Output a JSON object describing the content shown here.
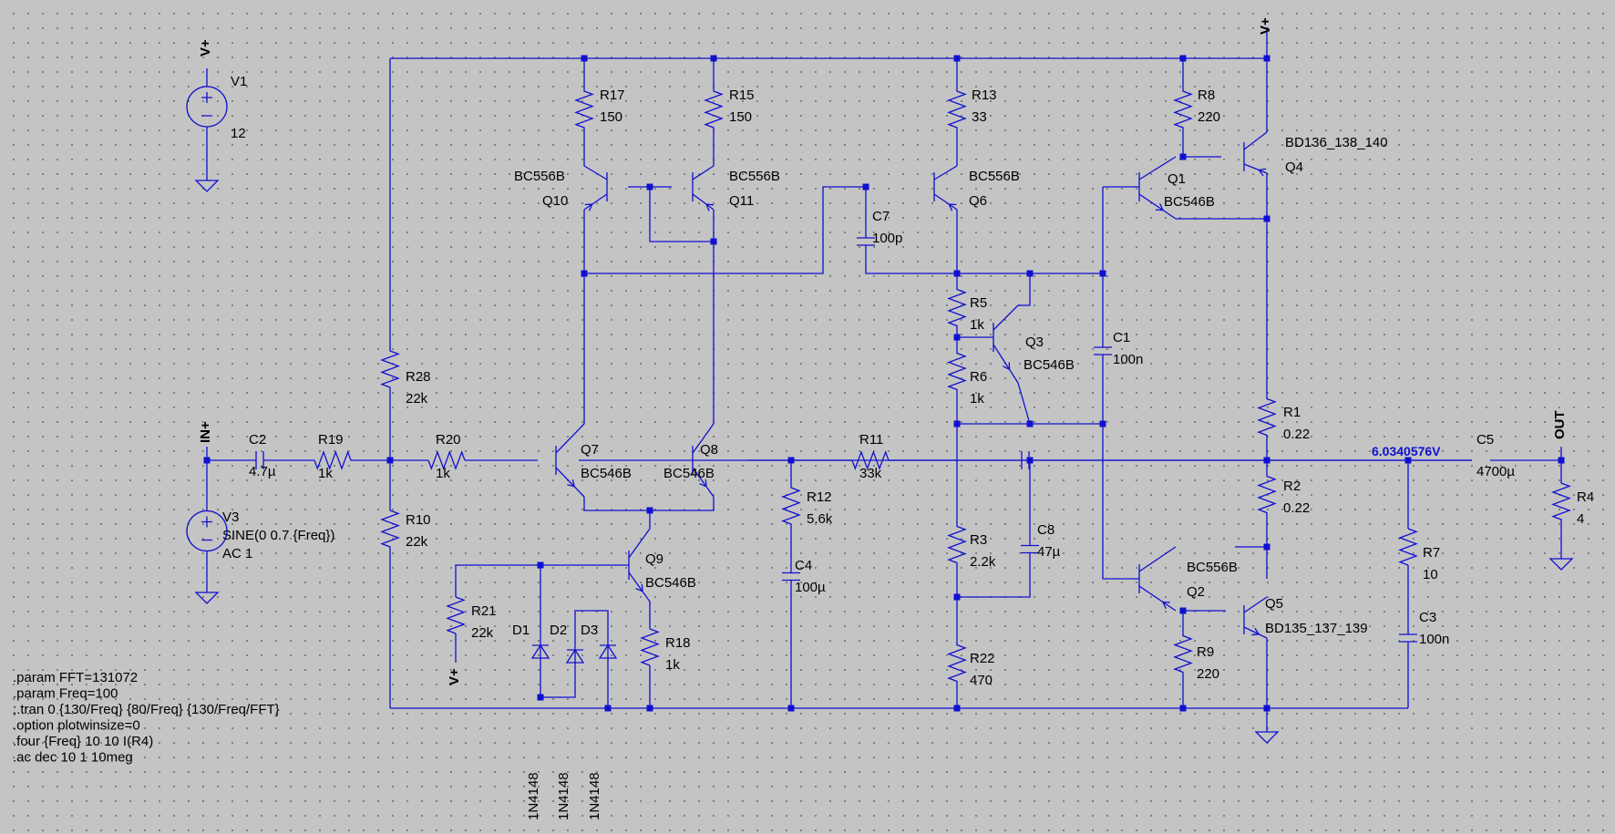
{
  "components": {
    "V1": {
      "name": "V1",
      "value": "12"
    },
    "V3": {
      "name": "V3",
      "value": "SINE(0 0.7 {Freq})",
      "value2": "AC 1"
    },
    "R17": {
      "name": "R17",
      "value": "150"
    },
    "R15": {
      "name": "R15",
      "value": "150"
    },
    "R13": {
      "name": "R13",
      "value": "33"
    },
    "R8": {
      "name": "R8",
      "value": "220"
    },
    "R28": {
      "name": "R28",
      "value": "22k"
    },
    "R10": {
      "name": "R10",
      "value": "22k"
    },
    "R19": {
      "name": "R19",
      "value": "1k"
    },
    "R20": {
      "name": "R20",
      "value": "1k"
    },
    "R21": {
      "name": "R21",
      "value": "22k"
    },
    "R18": {
      "name": "R18",
      "value": "1k"
    },
    "R12": {
      "name": "R12",
      "value": "5.6k"
    },
    "R11": {
      "name": "R11",
      "value": "33k"
    },
    "R5": {
      "name": "R5",
      "value": "1k"
    },
    "R6": {
      "name": "R6",
      "value": "1k"
    },
    "R3": {
      "name": "R3",
      "value": "2.2k"
    },
    "R22": {
      "name": "R22",
      "value": "470"
    },
    "R1": {
      "name": "R1",
      "value": "0.22"
    },
    "R2": {
      "name": "R2",
      "value": "0.22"
    },
    "R9": {
      "name": "R9",
      "value": "220"
    },
    "R7": {
      "name": "R7",
      "value": "10"
    },
    "R4": {
      "name": "R4",
      "value": "4"
    },
    "C2": {
      "name": "C2",
      "value": "4.7µ"
    },
    "C7": {
      "name": "C7",
      "value": "100p"
    },
    "C4": {
      "name": "C4",
      "value": "100µ"
    },
    "C1": {
      "name": "C1",
      "value": "100n"
    },
    "C8": {
      "name": "C8",
      "value": "47µ"
    },
    "C5": {
      "name": "C5",
      "value": "4700µ"
    },
    "C3": {
      "name": "C3",
      "value": "100n"
    },
    "Q10": {
      "name": "Q10",
      "value": "BC556B"
    },
    "Q11": {
      "name": "Q11",
      "value": "BC556B"
    },
    "Q6": {
      "name": "Q6",
      "value": "BC556B"
    },
    "Q1": {
      "name": "Q1",
      "value": "BC546B"
    },
    "Q4": {
      "name": "Q4",
      "value": "BD136_138_140"
    },
    "Q3": {
      "name": "Q3",
      "value": "BC546B"
    },
    "Q7": {
      "name": "Q7",
      "value": "BC546B"
    },
    "Q8": {
      "name": "Q8",
      "value": "BC546B"
    },
    "Q9": {
      "name": "Q9",
      "value": "BC546B"
    },
    "Q2": {
      "name": "Q2",
      "value": "BC556B"
    },
    "Q5": {
      "name": "Q5",
      "value": "BD135_137_139"
    },
    "D1": {
      "name": "D1",
      "value": "1N4148"
    },
    "D2": {
      "name": "D2",
      "value": "1N4148"
    },
    "D3": {
      "name": "D3",
      "value": "1N4148"
    }
  },
  "netlabels": {
    "vplus": "V+",
    "in": "IN+",
    "out": "OUT"
  },
  "probe_voltage": "6.0340576V",
  "directives": [
    ".param FFT=131072",
    ".param Freq=100",
    ";.tran 0 {130/Freq} {80/Freq} {130/Freq/FFT}",
    ".option plotwinsize=0",
    ".four {Freq} 10 10 I(R4)",
    ".ac dec 10 1 10meg"
  ]
}
